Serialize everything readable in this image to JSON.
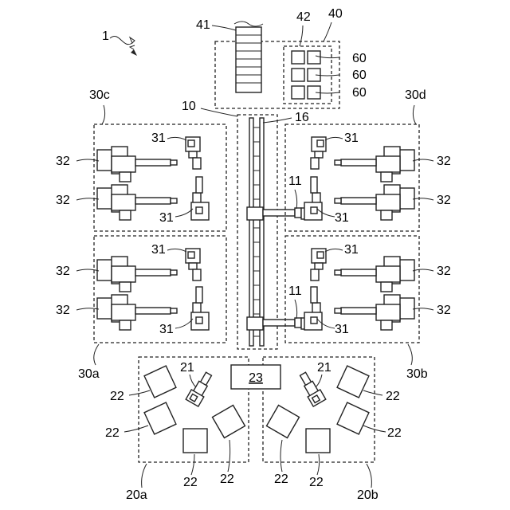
{
  "colors": {
    "stroke": "#222222",
    "background": "#ffffff"
  },
  "system_label": "1",
  "zones": {
    "storage": "40",
    "rack": "41",
    "panel": "42",
    "conveyor": "10",
    "rail": "16",
    "area_30a": "30a",
    "area_30b": "30b",
    "area_30c": "30c",
    "area_30d": "30d",
    "area_20a": "20a",
    "area_20b": "20b",
    "controller": "23"
  },
  "labels": {
    "slot": "60",
    "handler": "31",
    "machine": "32",
    "transfer_robot": "11",
    "work_robot": "21",
    "workpiece": "22"
  }
}
